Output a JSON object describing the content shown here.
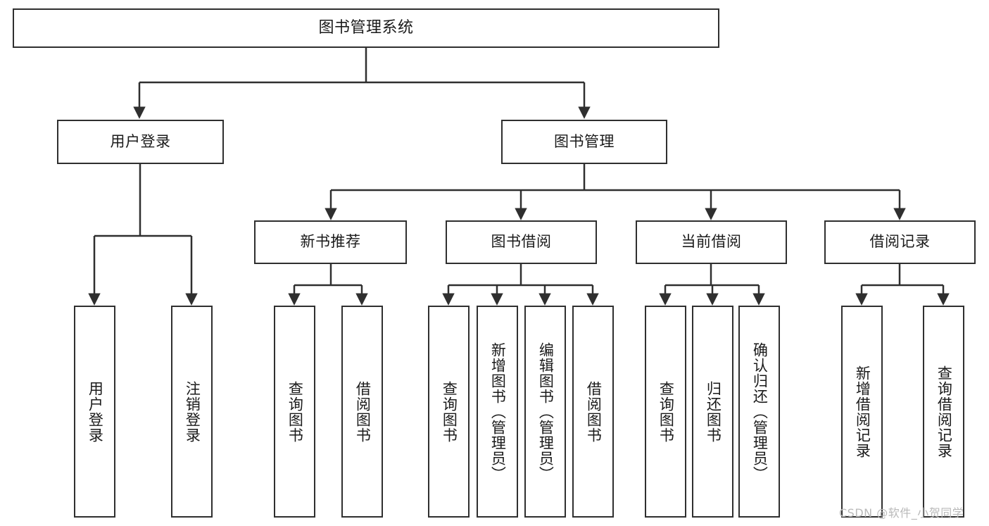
{
  "diagram": {
    "title": "图书管理系统",
    "type": "tree-hierarchy-chart",
    "root": {
      "label": "图书管理系统"
    },
    "level2": [
      {
        "label": "用户登录"
      },
      {
        "label": "图书管理"
      }
    ],
    "level3": [
      {
        "label": "新书推荐"
      },
      {
        "label": "图书借阅"
      },
      {
        "label": "当前借阅"
      },
      {
        "label": "借阅记录"
      }
    ],
    "leaves": {
      "user_login": [
        {
          "label": "用户登录"
        },
        {
          "label": "注销登录"
        }
      ],
      "new_book_recommend": [
        {
          "label": "查询图书"
        },
        {
          "label": "借阅图书"
        }
      ],
      "book_borrow": [
        {
          "label": "查询图书"
        },
        {
          "label": "新增图书（管理员）"
        },
        {
          "label": "编辑图书（管理员）"
        },
        {
          "label": "借阅图书"
        }
      ],
      "current_borrow": [
        {
          "label": "查询图书"
        },
        {
          "label": "归还图书"
        },
        {
          "label": "确认归还（管理员）"
        }
      ],
      "borrow_record": [
        {
          "label": "新增借阅记录"
        },
        {
          "label": "查询借阅记录"
        }
      ]
    }
  },
  "watermark": {
    "text": "CSDN @软件_小贺同学"
  },
  "colors": {
    "border": "#2f2f2f",
    "background": "#ffffff",
    "text": "#1a1a1a",
    "watermark": "#b9b9b9"
  }
}
